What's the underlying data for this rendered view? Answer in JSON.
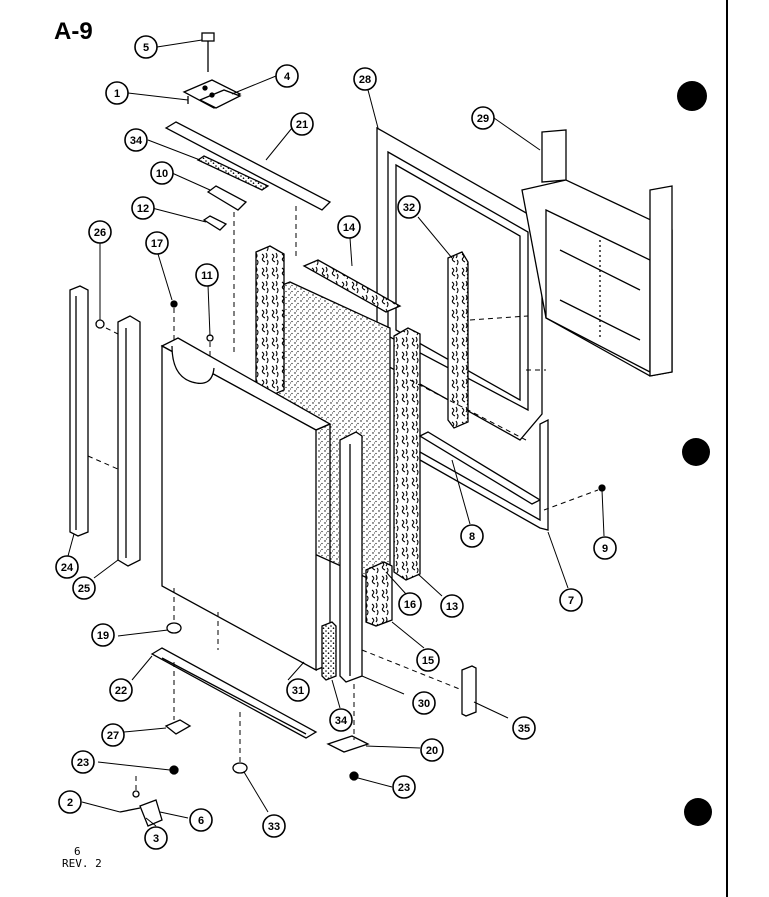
{
  "diagram": {
    "title": "A-9",
    "footer_page": "6",
    "footer_rev": "REV. 2",
    "callouts": [
      {
        "label": "5"
      },
      {
        "label": "4"
      },
      {
        "label": "1"
      },
      {
        "label": "28"
      },
      {
        "label": "29"
      },
      {
        "label": "21"
      },
      {
        "label": "34"
      },
      {
        "label": "10"
      },
      {
        "label": "12"
      },
      {
        "label": "14"
      },
      {
        "label": "32"
      },
      {
        "label": "26"
      },
      {
        "label": "17"
      },
      {
        "label": "11"
      },
      {
        "label": "8"
      },
      {
        "label": "9"
      },
      {
        "label": "24"
      },
      {
        "label": "25"
      },
      {
        "label": "16"
      },
      {
        "label": "13"
      },
      {
        "label": "7"
      },
      {
        "label": "19"
      },
      {
        "label": "15"
      },
      {
        "label": "22"
      },
      {
        "label": "31"
      },
      {
        "label": "30"
      },
      {
        "label": "34"
      },
      {
        "label": "35"
      },
      {
        "label": "27"
      },
      {
        "label": "20"
      },
      {
        "label": "23"
      },
      {
        "label": "23"
      },
      {
        "label": "2"
      },
      {
        "label": "6"
      },
      {
        "label": "3"
      },
      {
        "label": "33"
      }
    ]
  }
}
